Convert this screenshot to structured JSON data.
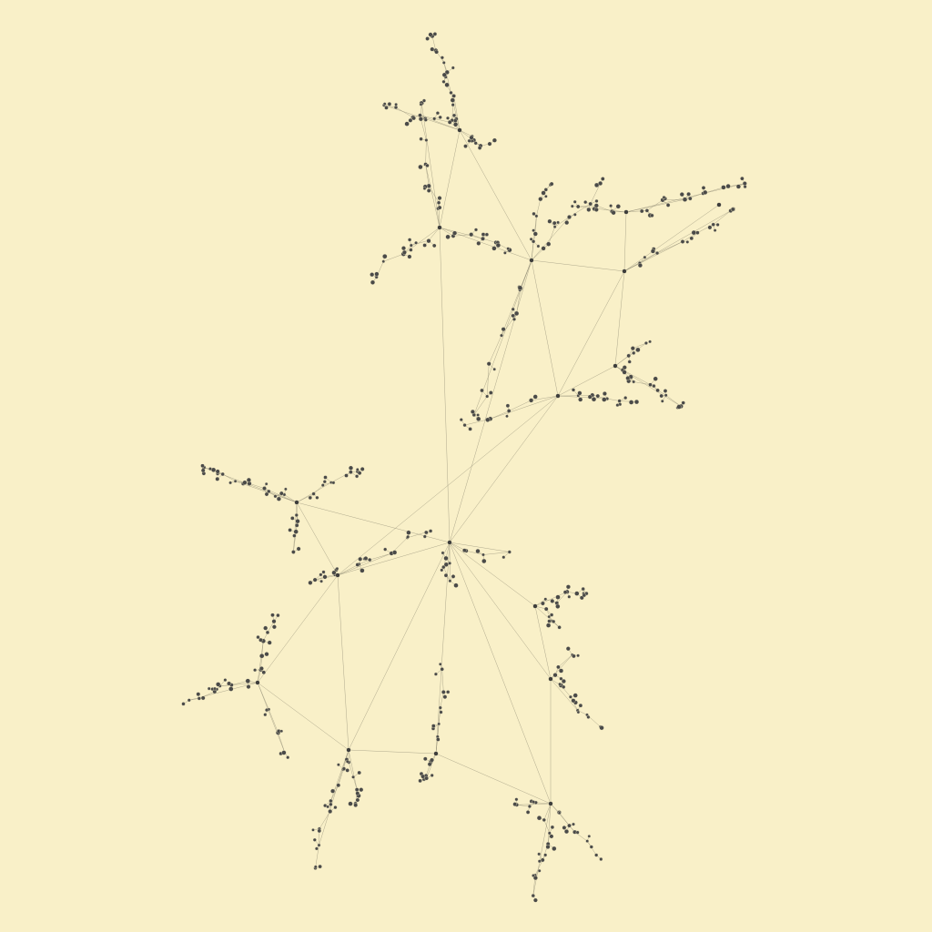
{
  "graph": {
    "background": "#f9f0c8",
    "edge_color": "#8a8670",
    "node_color": "#4a4a48",
    "node_accent_color": "#5b7a86",
    "hubs": [
      {
        "id": "h-center"
      },
      {
        "id": "h-mid"
      },
      {
        "id": "h-upper-mid"
      },
      {
        "id": "h-top"
      },
      {
        "id": "h-top-right"
      },
      {
        "id": "h-right"
      },
      {
        "id": "h-top-left"
      },
      {
        "id": "h-left"
      },
      {
        "id": "h-left-upper"
      },
      {
        "id": "h-left-lower"
      },
      {
        "id": "h-bottom-left"
      },
      {
        "id": "h-bottom-mid"
      },
      {
        "id": "h-bottom-right"
      },
      {
        "id": "h-right-lower"
      },
      {
        "id": "h-bottom-right-2"
      },
      {
        "id": "h-far-top-right"
      },
      {
        "id": "h-right-mid"
      }
    ]
  }
}
